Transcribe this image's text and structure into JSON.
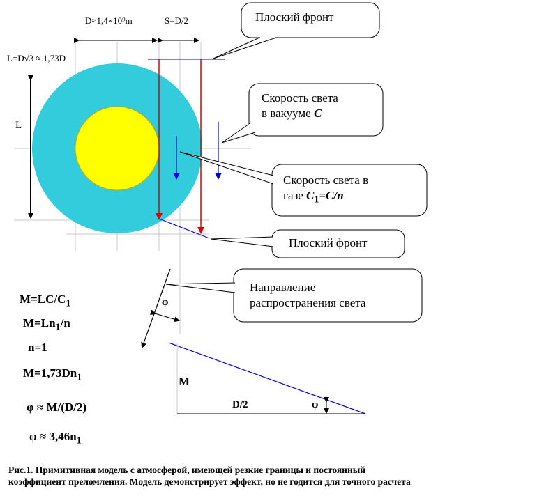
{
  "dimensions": {
    "d_label": "D≈1,4×10⁹m",
    "s_label": "S=D/2",
    "l_def_label": "L=D√3 ≈ 1,73D",
    "l_label": "L"
  },
  "callouts": {
    "flat_front_top": "Плоский фронт",
    "vacuum_speed_line1": "Скорость света",
    "vacuum_speed_line2": "в вакууме ",
    "vacuum_speed_symbol": "C",
    "gas_speed_line1": "Скорость света в",
    "gas_speed_line2": "газе ",
    "gas_speed_formula_pre": "C",
    "gas_speed_formula_sub": "1",
    "gas_speed_formula_post": "=C/n",
    "flat_front_bottom": "Плоский фронт",
    "direction_line1": "Направление",
    "direction_line2": "распространения света"
  },
  "formulas": {
    "f1_pre": "M=LC/C",
    "f1_sub": "1",
    "f2_pre": "M=Ln",
    "f2_sub": "1",
    "f2_post": "/n",
    "f3": "n=1",
    "f4_pre": "M=1,73Dn",
    "f4_sub": "1",
    "f5": "φ ≈ M/(D/2)",
    "f6_pre": "φ ≈ 3,46n",
    "f6_sub": "1"
  },
  "triangle": {
    "m_label": "M",
    "d2_label": "D/2",
    "phi_label": "φ",
    "phi_small_label": "φ"
  },
  "caption": {
    "line1": "Рис.1. Примитивная модель с атмосферой, имеющей резкие границы и постоянный",
    "line2": "коэффициент преломления. Модель демонстрирует эффект, но не годится для точного расчета"
  },
  "colors": {
    "atmosphere": "#33ccdd",
    "sun": "#ffff00",
    "sun_stroke": "#c8a800",
    "red_ray": "#e00000",
    "blue": "#0000e0",
    "grid": "#c8c8c8",
    "black": "#000000"
  }
}
